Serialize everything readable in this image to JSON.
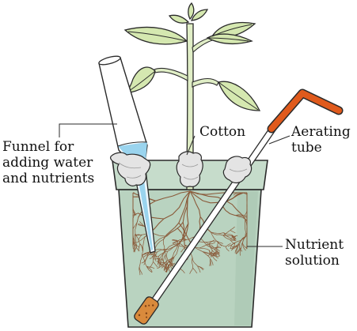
{
  "labels": {
    "funnel": [
      "Funnel for",
      "adding water",
      "and nutrients"
    ],
    "cotton": "Cotton",
    "aerating_tube": [
      "Aerating",
      "tube"
    ],
    "nutrient_solution": [
      "Nutrient",
      "solution"
    ]
  },
  "colors": {
    "solution": "#b9d3c0",
    "pot_rim": "#c6dccb",
    "leaf": "#d5e8b0",
    "stem": "#e0eec6",
    "roots": "#8a5a3a",
    "tube_bend": "#e05a1c",
    "stone": "#d98a3c",
    "funnel_liquid": "#9ad4ee"
  }
}
